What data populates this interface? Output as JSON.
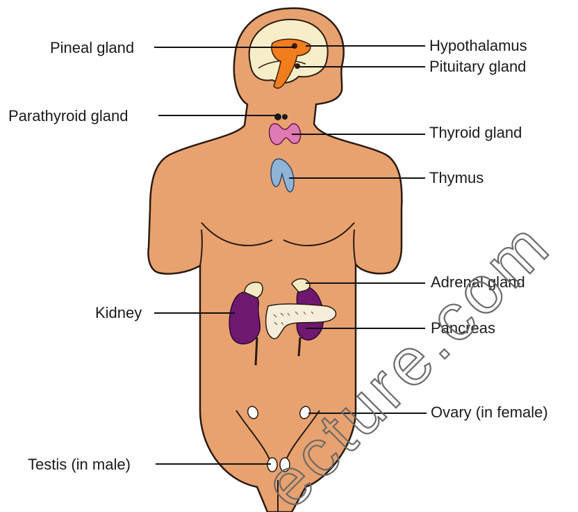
{
  "colors": {
    "skin": "#E8A270",
    "outline": "#2a1a10",
    "brain": "#F6EEC8",
    "hypothalamus": "#F07D1E",
    "thyroid": "#E07AB4",
    "thymus": "#8FB4D8",
    "kidney": "#6E1870",
    "adrenal": "#F4EBC4",
    "pancreas": "#F6EEDB",
    "gonad": "#FFFFFF",
    "line": "#111111",
    "watermark": "#6a6a6a"
  },
  "labels": {
    "pineal": "Pineal gland",
    "hypothalamus": "Hypothalamus",
    "pituitary": "Pituitary gland",
    "parathyroid": "Parathyroid gland",
    "thyroid": "Thyroid gland",
    "thymus": "Thymus",
    "adrenal": "Adrenal gland",
    "kidney": "Kidney",
    "pancreas": "Pancreas",
    "ovary": "Ovary (in female)",
    "testis": "Testis (in male)"
  },
  "watermark": {
    "text": "ecture.com"
  },
  "icons": {
    "body": "human-torso-figure"
  }
}
